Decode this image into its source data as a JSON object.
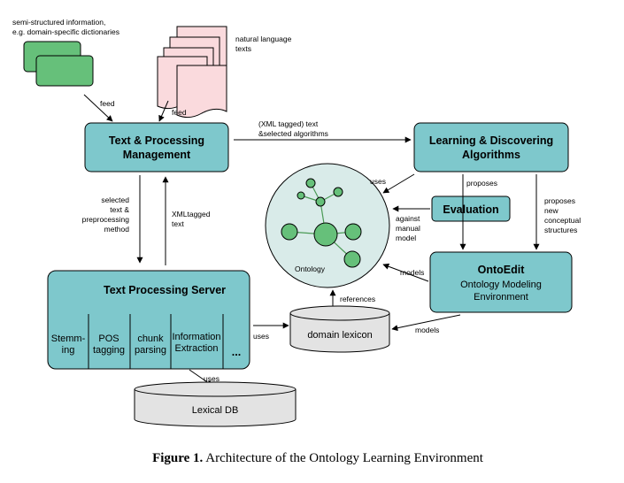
{
  "labels": {
    "semi_structured": [
      "semi-structured information,",
      "e.g. domain-specific dictionaries"
    ],
    "natural_language": [
      "natural language",
      "texts"
    ],
    "feed_left": "feed",
    "feed_right": "feed",
    "xml_tagged_text": [
      "(XML tagged) text",
      "&selected algorithms"
    ],
    "selected_text": [
      "selected",
      "text &",
      "preprocessing",
      "method"
    ],
    "xmltagged_text": [
      "XMLtagged",
      "text"
    ],
    "uses_top": "uses",
    "proposes": "proposes",
    "against": [
      "against",
      "manual",
      "model"
    ],
    "proposes_new": [
      "proposes",
      "new",
      "conceptual",
      "structures"
    ],
    "models_upper": "models",
    "models_lower": "models",
    "references": "references",
    "uses_lexicon": "uses",
    "uses_db": "uses"
  },
  "boxes": {
    "text_processing_management": [
      "Text & Processing",
      "Management"
    ],
    "learning_discovering": [
      "Learning & Discovering",
      "Algorithms"
    ],
    "evaluation": "Evaluation",
    "ontoedit_title": "OntoEdit",
    "ontoedit_sub": [
      "Ontology Modeling",
      "Environment"
    ],
    "text_processing_server": "Text Processing Server",
    "ontology": "Ontology",
    "domain_lexicon": "domain lexicon",
    "lexical_db": "Lexical DB"
  },
  "server_modules": [
    [
      "Stemm-",
      "ing"
    ],
    [
      "POS",
      "tagging"
    ],
    [
      "chunk",
      "parsing"
    ],
    [
      "Information",
      "Extraction"
    ],
    [
      "..."
    ]
  ],
  "caption": {
    "label": "Figure 1.",
    "text": "Architecture of the Ontology Learning Environment"
  },
  "colors": {
    "teal": "#7ec8cc",
    "green": "#66c07a",
    "pink": "#fadadd",
    "light_teal": "#d9ebe9",
    "gray": "#e3e3e3"
  }
}
